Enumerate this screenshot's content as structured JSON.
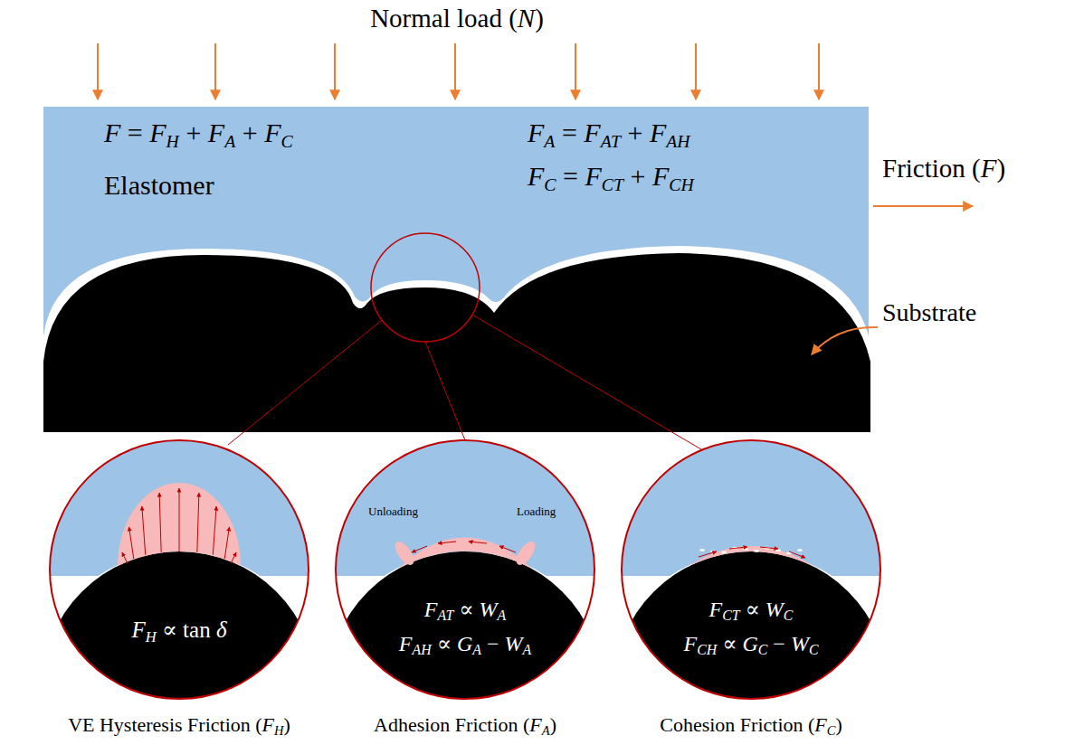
{
  "diagram": {
    "nodes": [
      {
        "text": [
          "F = FH + FA + FC",
          "Elastomer",
          "FA = FAT + FAH",
          "FC = FCT + FCH"
        ]
      },
      {
        "text": [
          "FH ∝ tan δ",
          "VE Hysteresis Friction (FH)"
        ]
      },
      {
        "text": [
          "Unloading",
          "Loading",
          "FAT ∝ WA",
          "FAH ∝ GA − WA",
          "Adhesion Friction (FA)"
        ]
      },
      {
        "text": [
          "FCT ∝ WC",
          "FCH ∝ GC − WC",
          "Cohesion Friction (FC)"
        ]
      }
    ],
    "labels": [
      "Normal load (N)",
      "Friction (F)",
      "Substrate"
    ]
  }
}
